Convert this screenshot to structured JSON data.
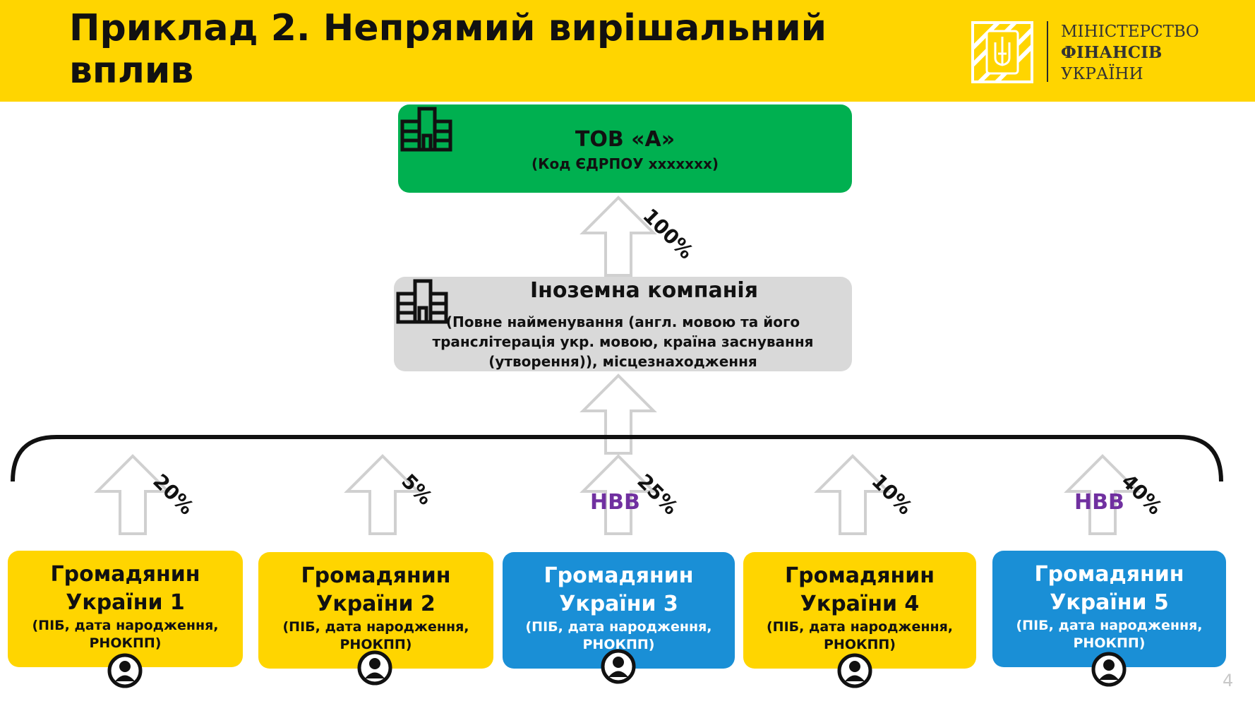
{
  "header": {
    "title": "Приклад 2. Непрямий вирішальний вплив",
    "ministry": {
      "line1": "МІНІСТЕРСТВО",
      "line2": "ФІНАНСІВ",
      "line3": "УКРАЇНИ"
    }
  },
  "company_a": {
    "name": "ТОВ «А»",
    "code": "(Код ЄДРПОУ ххххххх)"
  },
  "foreign_company": {
    "name": "Іноземна компанія",
    "description": "(Повне найменування (англ. мовою та його транслітерація укр. мовою, країна заснування (утворення)), місцезнаходження"
  },
  "ownership": {
    "foreign_to_a": "100%"
  },
  "citizens": [
    {
      "name": "Громадянин України 1",
      "details": "(ПІБ, дата народження, РНОКПП)",
      "share": "20%",
      "badge": "",
      "color": "yellow"
    },
    {
      "name": "Громадянин України 2",
      "details": "(ПІБ, дата народження, РНОКПП)",
      "share": "5%",
      "badge": "",
      "color": "yellow"
    },
    {
      "name": "Громадянин України 3",
      "details": "(ПІБ, дата народження, РНОКПП)",
      "share": "25%",
      "badge": "НВВ",
      "color": "blue"
    },
    {
      "name": "Громадянин України 4",
      "details": "(ПІБ, дата народження, РНОКПП)",
      "share": "10%",
      "badge": "",
      "color": "yellow"
    },
    {
      "name": "Громадянин України 5",
      "details": "(ПІБ, дата народження, РНОКПП)",
      "share": "40%",
      "badge": "НВВ",
      "color": "blue"
    }
  ],
  "page_number": "4",
  "colors": {
    "header": "#FFD500",
    "green": "#00B050",
    "grey": "#D9D9D9",
    "yellow": "#FFD500",
    "blue": "#1A8FD6",
    "nvv": "#7030A0"
  }
}
